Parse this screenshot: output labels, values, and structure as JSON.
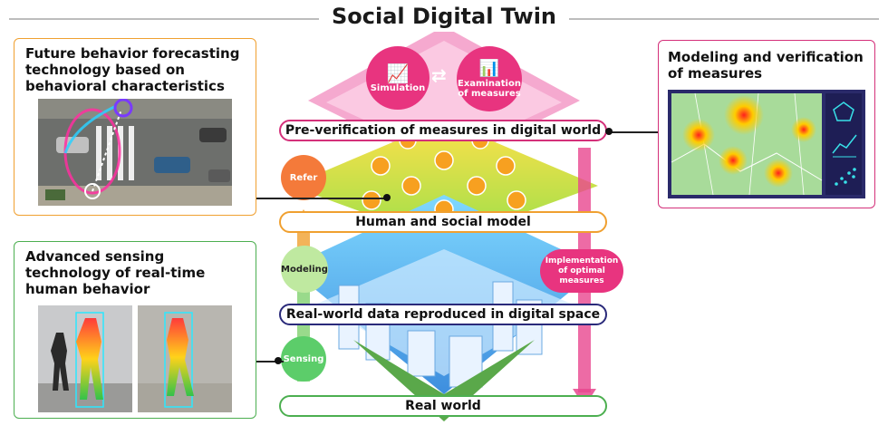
{
  "title": "Social Digital Twin",
  "panels": {
    "future": "Future behavior forecasting technology based on behavioral characteristics",
    "sensing": "Advanced sensing technology of real-time human behavior",
    "modeling": "Modeling and verification of measures"
  },
  "top": {
    "simulation": "Simulation",
    "examination": "Examination of measures"
  },
  "bands": {
    "preverify": "Pre-verification of measures in digital world",
    "human_social": "Human and social model",
    "realdata": "Real-world data reproduced in digital space",
    "realworld": "Real world"
  },
  "steps": {
    "refer": "Refer",
    "modeling": "Modeling",
    "sensing": "Sensing",
    "implementation": "Implementation of optimal measures"
  },
  "colors": {
    "orange": "#f0a030",
    "green": "#4caf50",
    "magenta": "#d4307a",
    "navy": "#2a2a7a"
  }
}
